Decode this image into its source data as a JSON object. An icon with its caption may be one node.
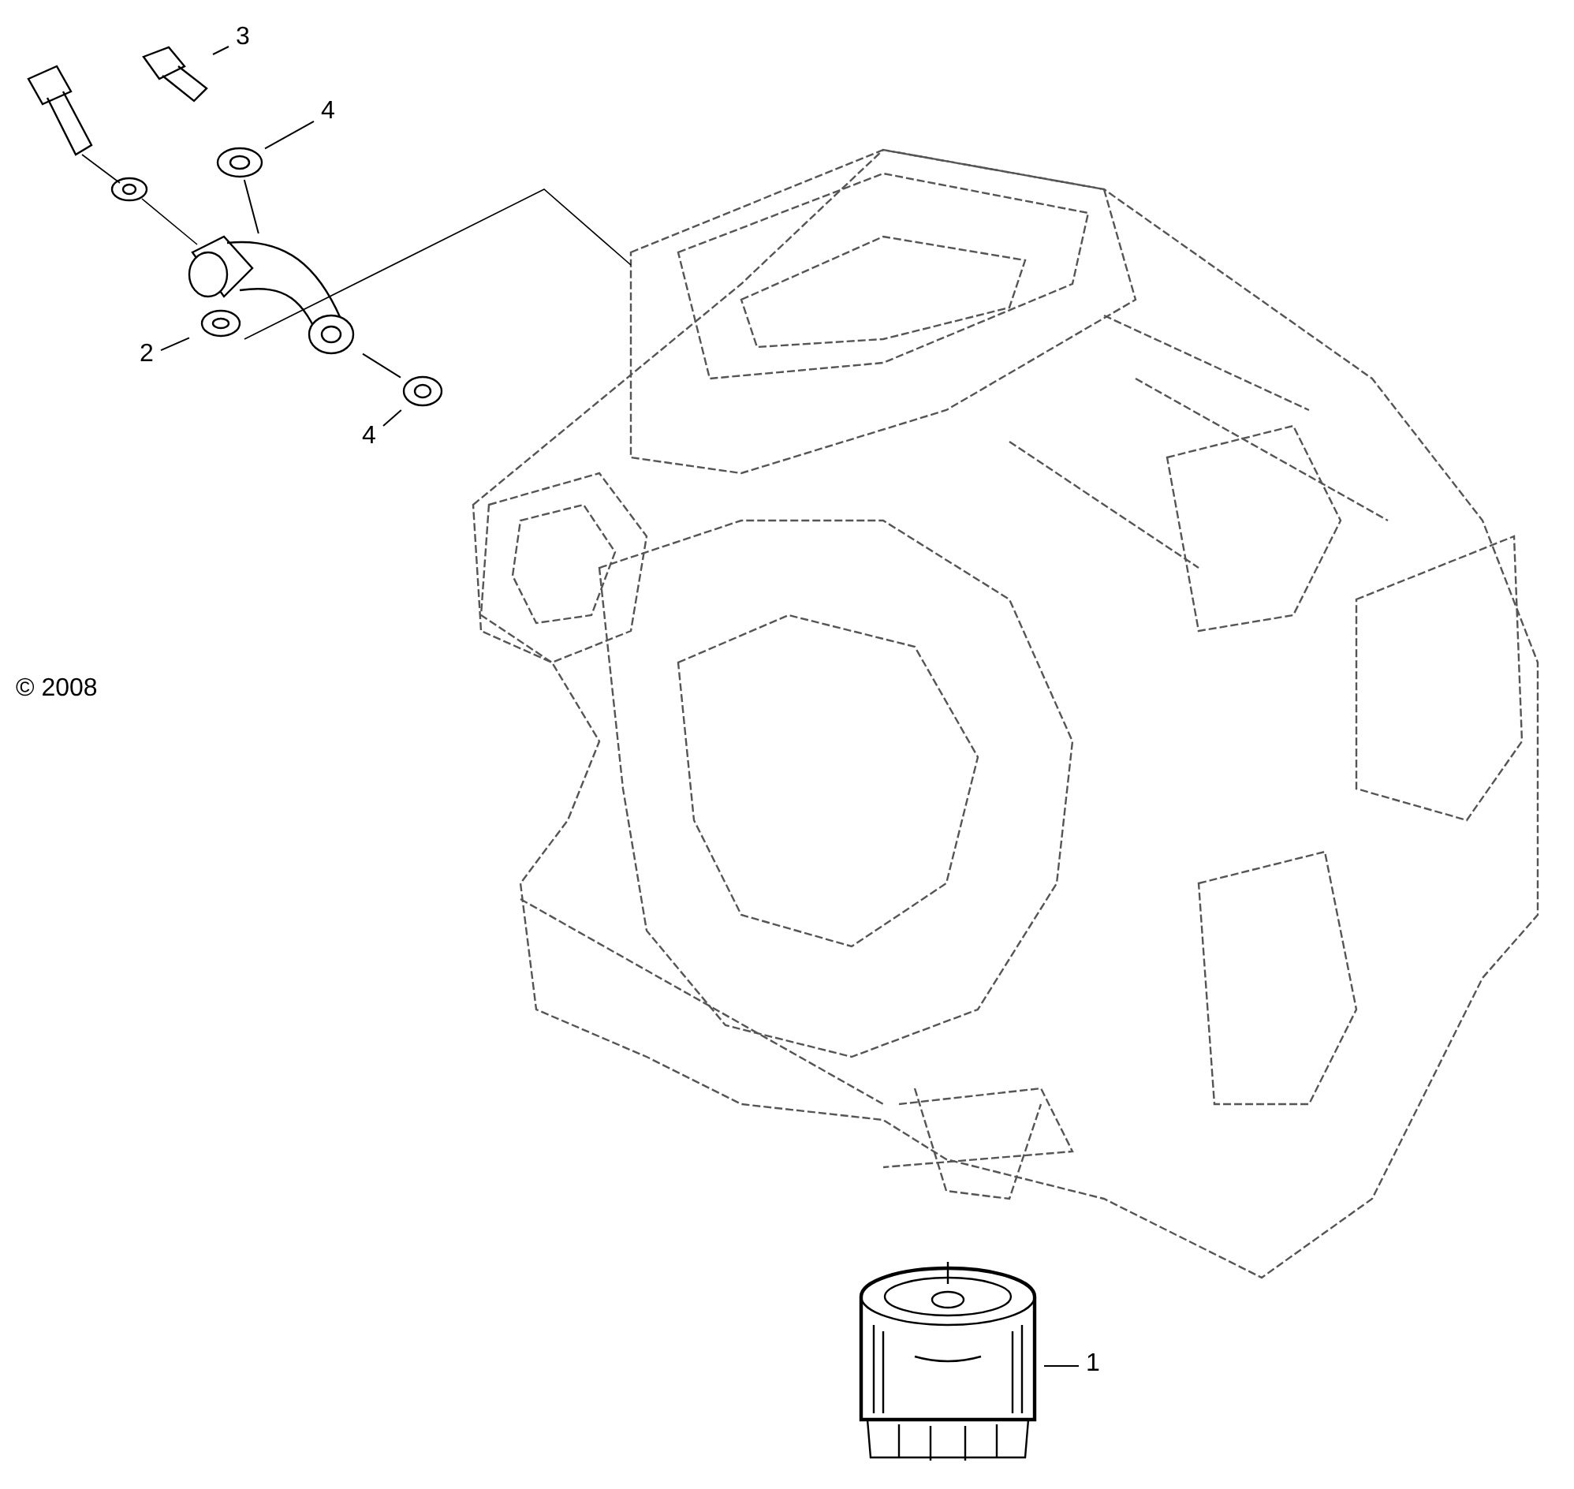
{
  "diagram": {
    "nodes": [
      {
        "text": [
          "3"
        ]
      },
      {
        "text": [],
        "shape": "picture"
      },
      {
        "text": [
          "4"
        ]
      },
      {
        "text": [],
        "shape": "picture"
      },
      {
        "text": [
          "2"
        ]
      },
      {
        "text": [],
        "shape": "picture"
      },
      {
        "text": [
          "4"
        ]
      },
      {
        "text": [],
        "shape": "picture"
      },
      {
        "text": [
          "1"
        ]
      },
      {
        "text": [],
        "shape": "cylinder"
      }
    ],
    "edges": [
      {
        "from": 0,
        "to": 1,
        "arrow": "none"
      },
      {
        "from": 2,
        "to": 3,
        "arrow": "none"
      },
      {
        "from": 4,
        "to": 5,
        "arrow": "none"
      },
      {
        "from": 6,
        "to": 7,
        "arrow": "none"
      },
      {
        "from": 8,
        "to": 9,
        "arrow": "none"
      },
      {
        "from": 3,
        "to": 5,
        "arrow": "none"
      },
      {
        "from": 5,
        "to": 7,
        "arrow": "none"
      }
    ],
    "labels": [
      "© 2008"
    ]
  }
}
